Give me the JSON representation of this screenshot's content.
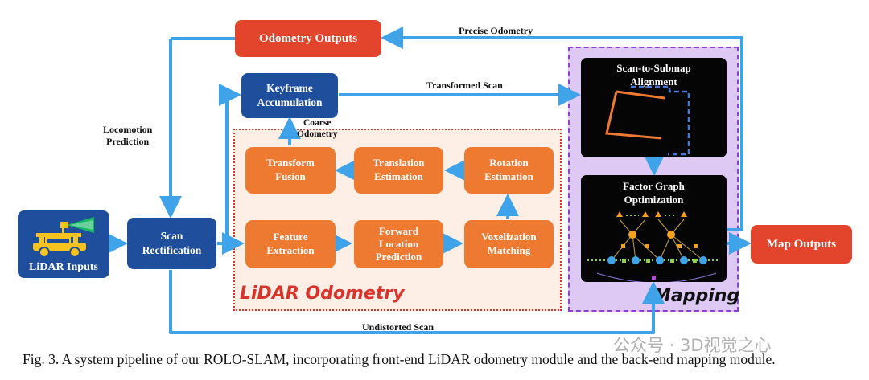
{
  "nodes": {
    "lidar_inputs": "LiDAR Inputs",
    "scan_rectification": "Scan\nRectification",
    "keyframe_accumulation": "Keyframe\nAccumulation",
    "odometry_outputs": "Odometry Outputs",
    "transform_fusion": "Transform\nFusion",
    "translation_estimation": "Translation\nEstimation",
    "rotation_estimation": "Rotation\nEstimation",
    "feature_extraction": "Feature\nExtraction",
    "forward_location_prediction": "Forward\nLocation\nPrediction",
    "voxelization_matching": "Voxelization\nMatching",
    "scan_to_submap": "Scan-to-Submap\nAlignment",
    "factor_graph": "Factor Graph\nOptimization",
    "map_outputs": "Map Outputs"
  },
  "edges": {
    "precise_odometry": "Precise Odometry",
    "transformed_scan": "Transformed Scan",
    "locomotion_prediction": "Locomotion\nPrediction",
    "coarse_odometry": "Coarse\nOdometry",
    "undistorted_scan": "Undistorted Scan"
  },
  "regions": {
    "lidar_odometry": "LiDAR Odometry",
    "mapping": "Mapping"
  },
  "caption": "Fig. 3.  A system pipeline of our ROLO-SLAM, incorporating front-end LiDAR odometry module and the back-end mapping module.",
  "watermark": "公众号 · 3D视觉之心",
  "colors": {
    "blue_box": "#1f4f9c",
    "orange_box": "#ee7a32",
    "red_box": "#e2452b",
    "arrow": "#3ea3e8",
    "lidar_region_fill": "#fdeee6",
    "lidar_region_border": "#d9342b",
    "mapping_region_fill": "#ddc9f4",
    "mapping_region_border": "#8a3fd6"
  }
}
